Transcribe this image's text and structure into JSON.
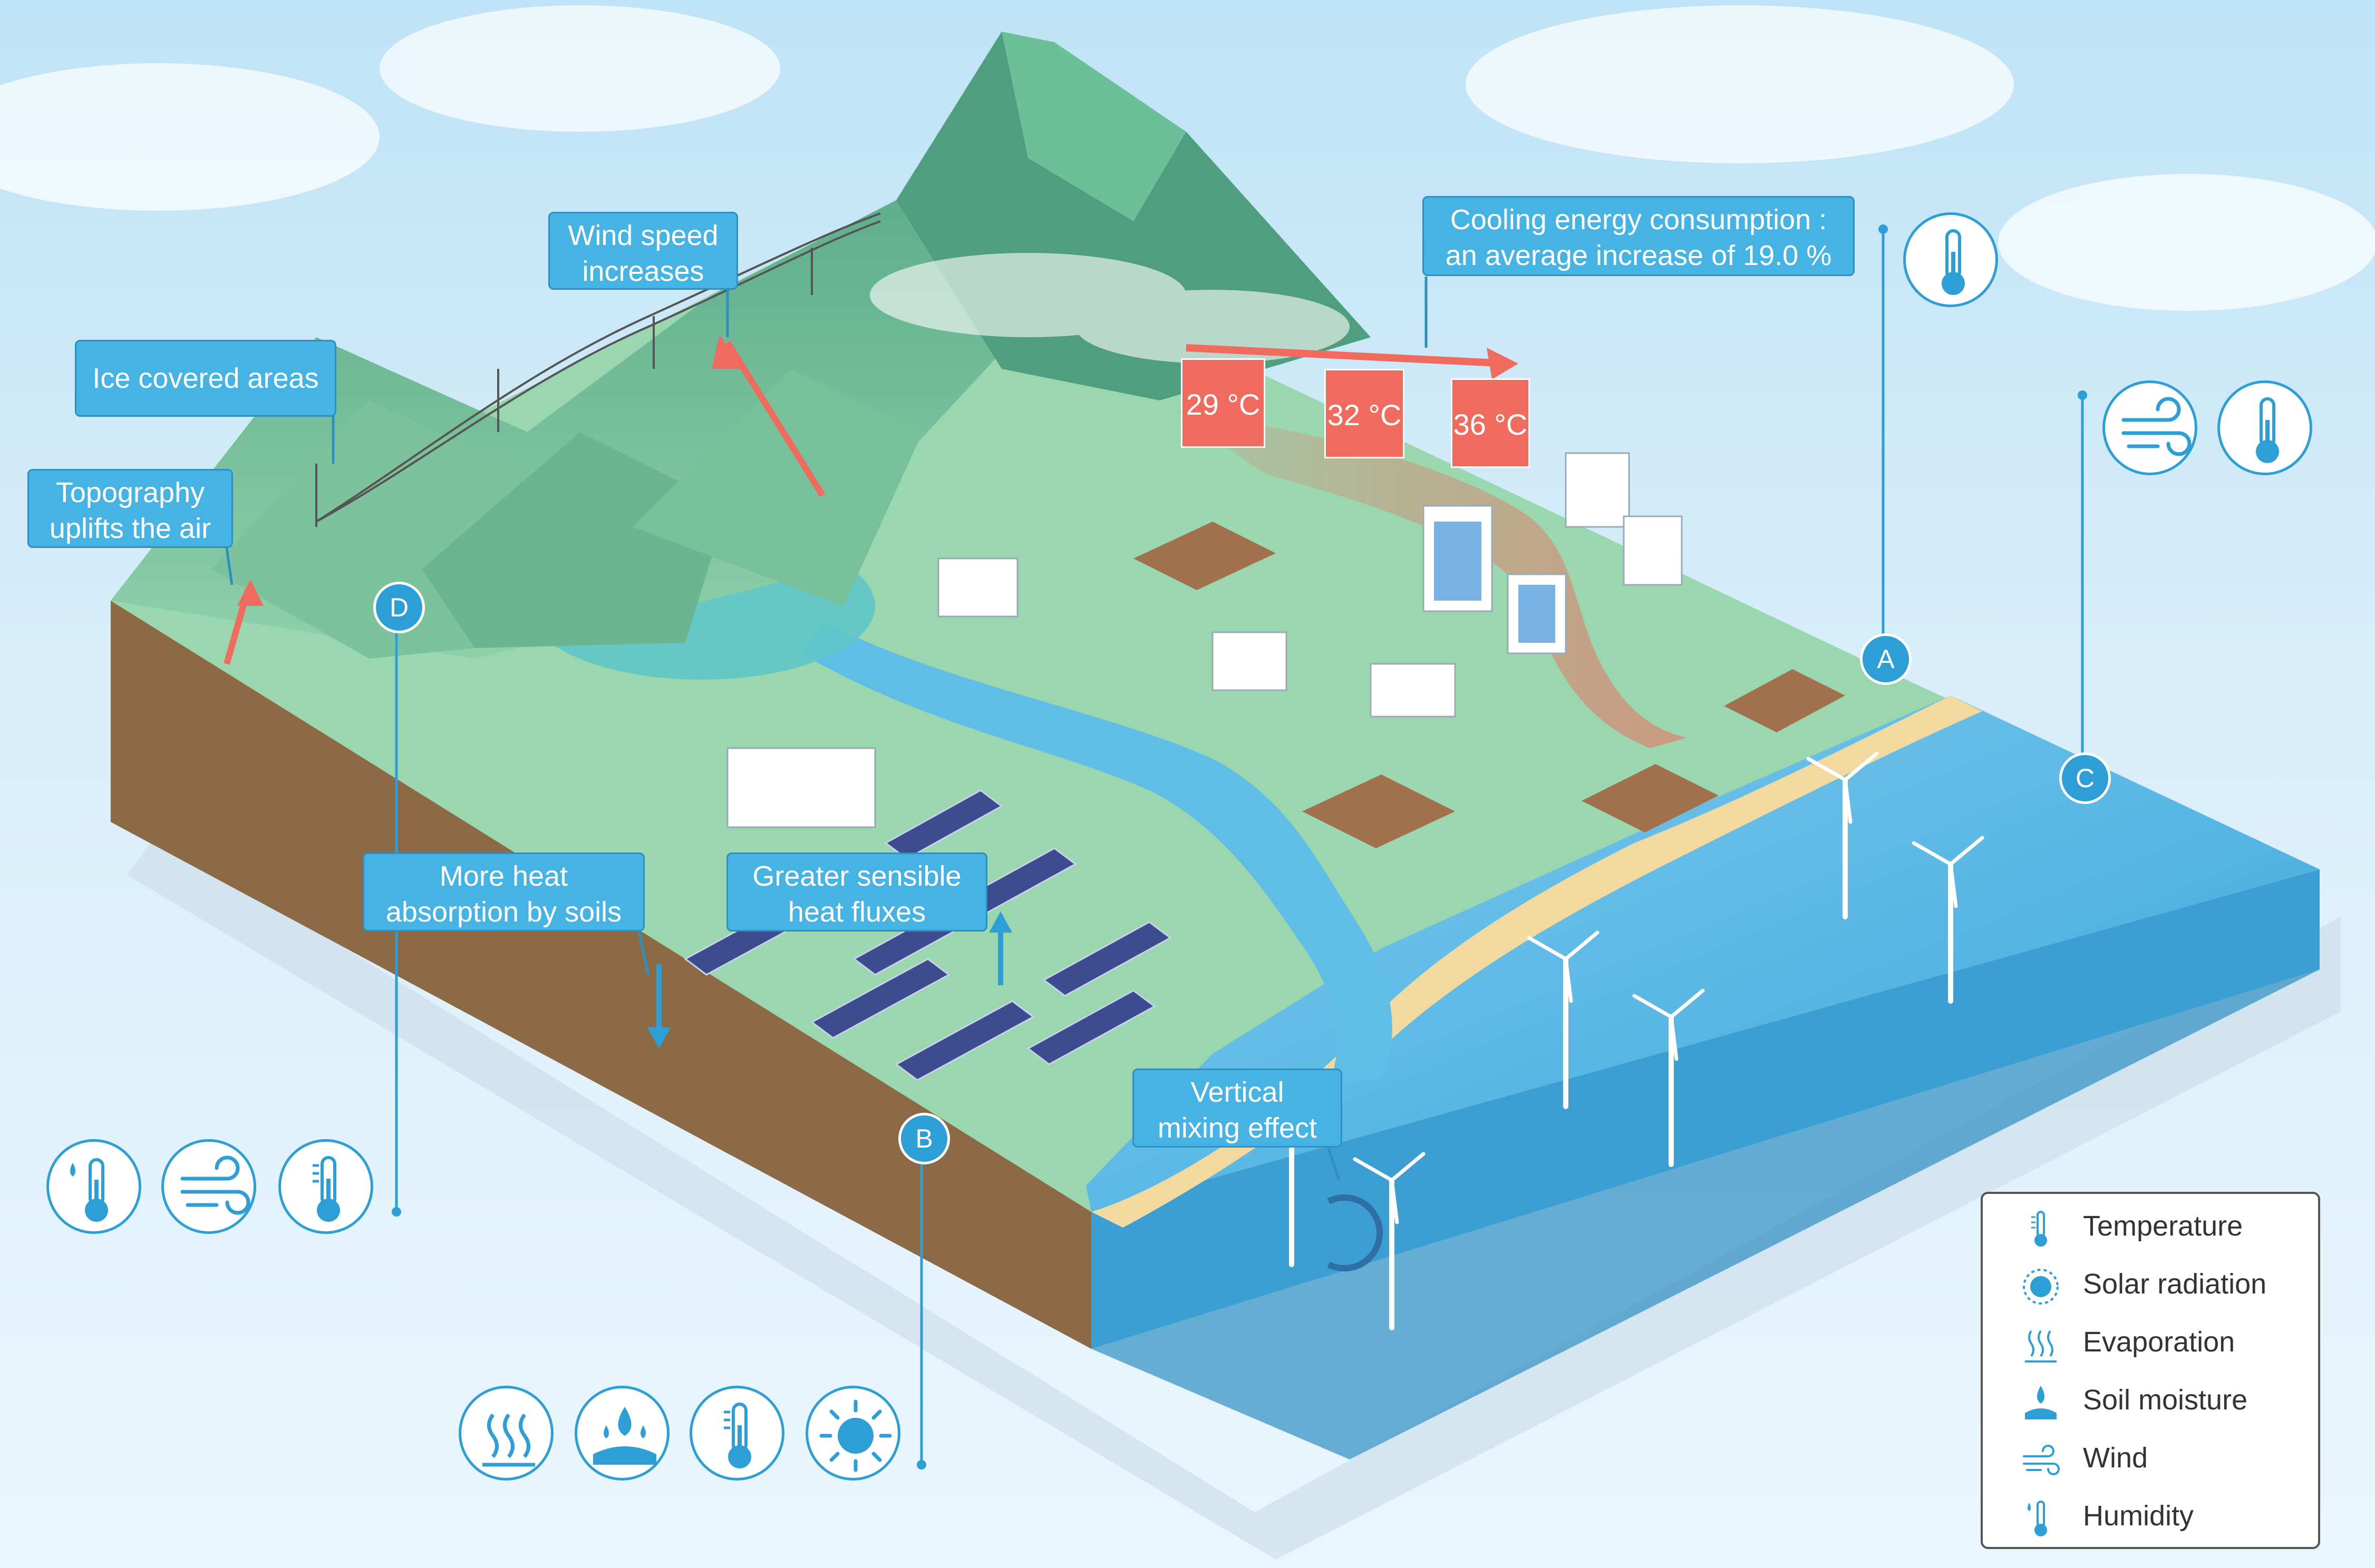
{
  "callouts": {
    "wind_speed": "Wind speed\nincreases",
    "ice_covered": "Ice covered areas",
    "topography": "Topography\nuplifts the air",
    "cooling_energy": "Cooling energy consumption :\nan average increase of 19.0 %",
    "more_heat": "More heat\nabsorption by soils",
    "sensible_heat": "Greater sensible\nheat fluxes",
    "vertical_mixing": "Vertical\nmixing effect"
  },
  "temperature_tags": [
    "29 °C",
    "32 °C",
    "36 °C"
  ],
  "markers": {
    "a": "A",
    "b": "B",
    "c": "C",
    "d": "D"
  },
  "marker_icons": {
    "a": [
      "thermometer-icon"
    ],
    "c": [
      "wind-icon",
      "thermometer-icon"
    ],
    "d": [
      "humidity-icon",
      "wind-icon",
      "temperature-icon"
    ],
    "b": [
      "evaporation-icon",
      "soil-moisture-icon",
      "temperature-icon",
      "solar-radiation-icon"
    ]
  },
  "legend": [
    {
      "icon": "temperature-icon",
      "label": "Temperature"
    },
    {
      "icon": "solar-radiation-icon",
      "label": "Solar radiation"
    },
    {
      "icon": "evaporation-icon",
      "label": "Evaporation"
    },
    {
      "icon": "soil-moisture-icon",
      "label": "Soil moisture"
    },
    {
      "icon": "wind-icon",
      "label": "Wind"
    },
    {
      "icon": "humidity-icon",
      "label": "Humidity"
    }
  ],
  "colors": {
    "accent": "#2d9fd6",
    "callout": "#45b3e3",
    "heat": "#f06a5e",
    "land": "#8fd3a8",
    "soil": "#8b6a45",
    "sea": "#4fb6e3"
  }
}
